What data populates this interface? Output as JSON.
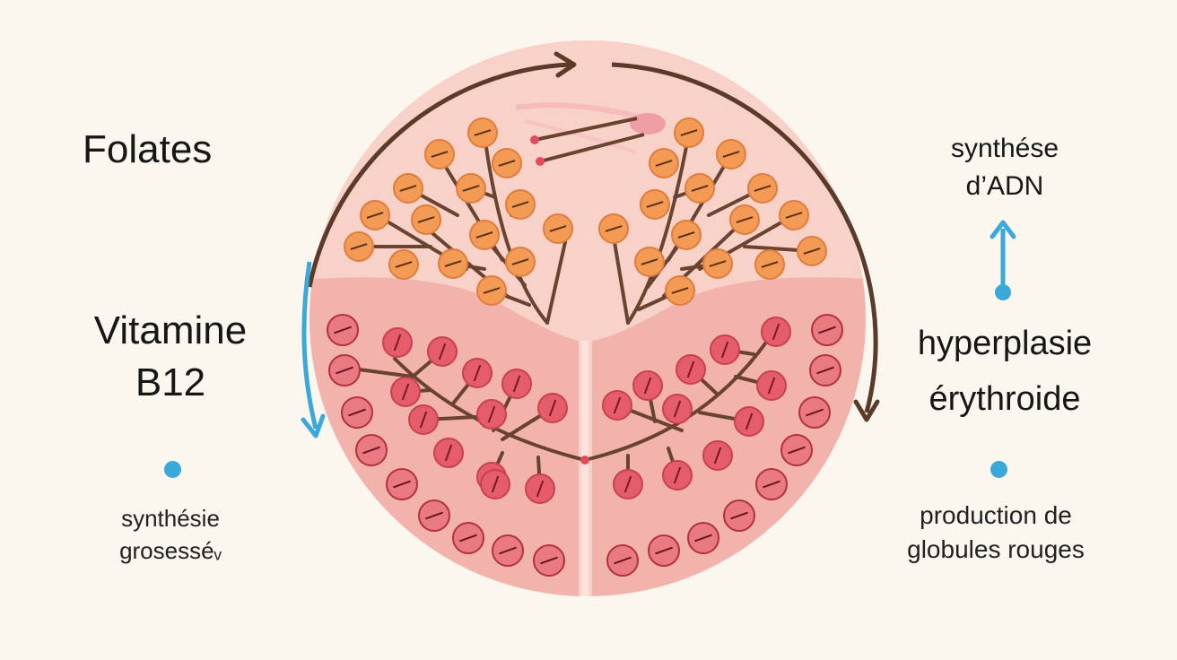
{
  "labels": {
    "folates": "Folates",
    "vitamine_line1": "Vitamine",
    "vitamine_line2": "B12",
    "left_note_line1": "synthésie",
    "left_note_line2": "grosesséᵥ",
    "dna_line1": "synthése",
    "dna_line2": "d’ADN",
    "hyperplasia_line1": "hyperplasie",
    "hyperplasia_line2": "érythroide",
    "production_line1": "production de",
    "production_line2": "globules rouges"
  },
  "colors": {
    "background": "#fbf6ee",
    "cycle_arrow": "#5a3a28",
    "accent_arrow": "#3aa8d8",
    "upper_tissue": "#f8d2c8",
    "lower_tissue": "#f2b3ac",
    "orange_cell": "#f39a55",
    "red_cell": "#e55d6a",
    "branch": "#6a4330"
  },
  "icons": {
    "cycle": "circular-arrow-icon",
    "up_arrow": "up-arrow-icon",
    "down_arrow": "down-arrow-icon",
    "bullet": "bullet-dot-icon",
    "vessel": "blood-vessel-icon"
  }
}
